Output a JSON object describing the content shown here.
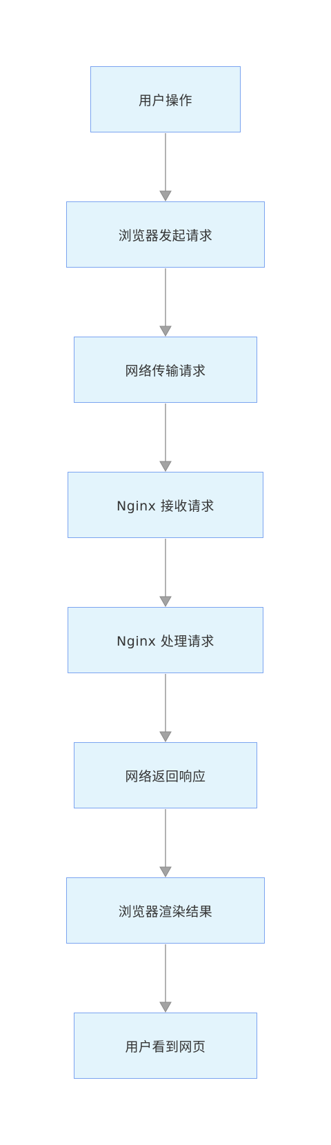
{
  "flowchart": {
    "nodes": [
      {
        "id": "user-action",
        "label": "用户操作"
      },
      {
        "id": "browser-request",
        "label": "浏览器发起请求"
      },
      {
        "id": "network-transfer",
        "label": "网络传输请求"
      },
      {
        "id": "nginx-receive",
        "label": "Nginx 接收请求"
      },
      {
        "id": "nginx-process",
        "label": "Nginx 处理请求"
      },
      {
        "id": "network-response",
        "label": "网络返回响应"
      },
      {
        "id": "browser-render",
        "label": "浏览器渲染结果"
      },
      {
        "id": "user-sees",
        "label": "用户看到网页"
      }
    ],
    "edges": [
      {
        "from": "user-action",
        "to": "browser-request"
      },
      {
        "from": "browser-request",
        "to": "network-transfer"
      },
      {
        "from": "network-transfer",
        "to": "nginx-receive"
      },
      {
        "from": "nginx-receive",
        "to": "nginx-process"
      },
      {
        "from": "nginx-process",
        "to": "network-response"
      },
      {
        "from": "network-response",
        "to": "browser-render"
      },
      {
        "from": "browser-render",
        "to": "user-sees"
      }
    ],
    "colors": {
      "node_fill": "#e3f4fc",
      "node_border": "#7aa3f0",
      "edge": "#999999",
      "text": "#333333"
    }
  }
}
